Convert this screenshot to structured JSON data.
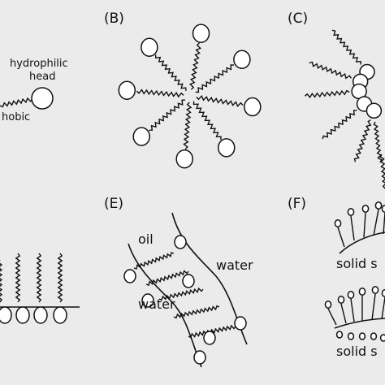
{
  "panels": {
    "b": "(B)",
    "c": "(C)",
    "e": "(E)",
    "f": "(F)"
  },
  "panel_a": {
    "head_label_line1": "hydrophilic",
    "head_label_line2": "head",
    "tail_label_partial": "hobic"
  },
  "panel_e": {
    "oil": "oil",
    "water_right": "water",
    "water_left": "water"
  },
  "panel_f": {
    "top_label": "solid s",
    "bottom_label": "solid s"
  },
  "colors": {
    "background": "#ebebeb",
    "ink": "#111111",
    "head_fill": "#ffffff"
  }
}
